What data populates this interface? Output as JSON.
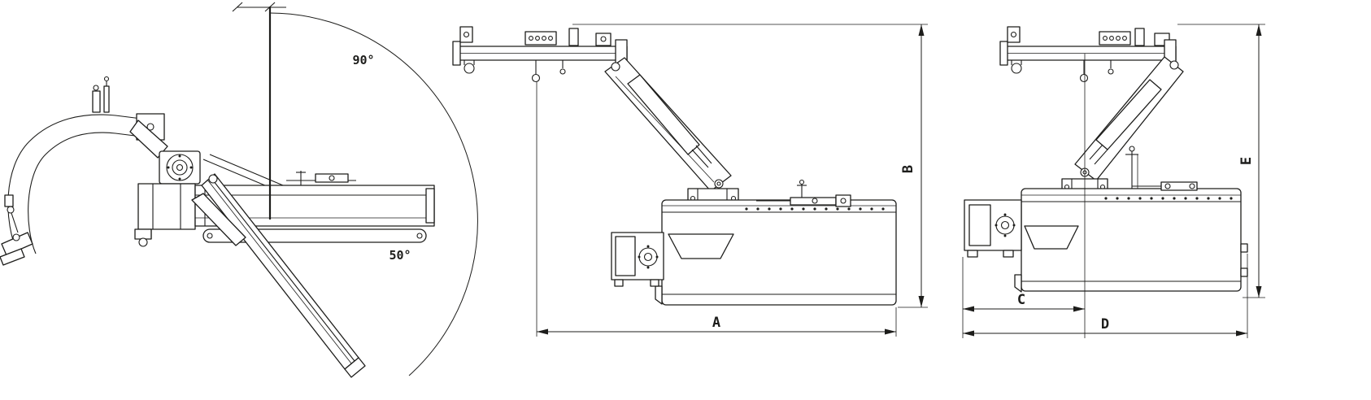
{
  "colors": {
    "background": "#ffffff",
    "line": "#1d1d1b"
  },
  "diagram": {
    "left_view": {
      "angle_up": "90°",
      "angle_down": "50°"
    },
    "middle_view": {
      "dim_width": "A",
      "dim_height": "B"
    },
    "right_view": {
      "dim_c": "C",
      "dim_d": "D",
      "dim_e": "E"
    }
  }
}
